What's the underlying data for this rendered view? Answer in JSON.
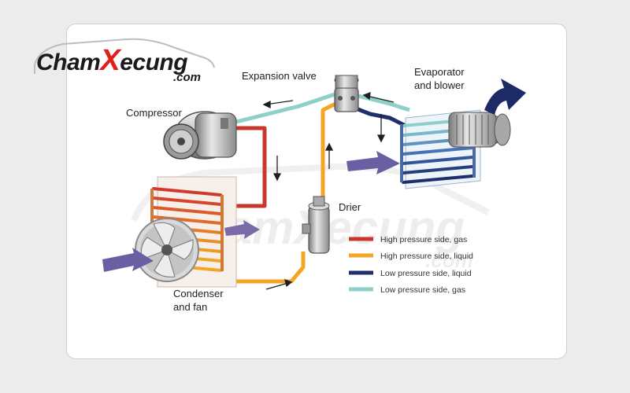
{
  "watermark": {
    "brand_left": "hamXecung",
    "brand_right": ".com",
    "brand_x": "X",
    "brand_c": "C",
    "brand_rest": "hamXecung",
    "domain": ".com"
  },
  "labels": {
    "expansion_valve": "Expansion valve",
    "evaporator_line1": "Evaporator",
    "evaporator_line2": "and blower",
    "compressor": "Compressor",
    "drier": "Drier",
    "condenser_line1": "Condenser",
    "condenser_line2": "and fan"
  },
  "legend": [
    {
      "label": "High pressure side, gas",
      "color": "#c8372e"
    },
    {
      "label": "High pressure side, liquid",
      "color": "#f2a623"
    },
    {
      "label": "Low pressure side, liquid",
      "color": "#1f2f6b"
    },
    {
      "label": "Low pressure side, gas",
      "color": "#8fcfc9"
    }
  ],
  "colors": {
    "airflow_arrow": "#6a5fa3",
    "outlet_arrow": "#1c2a66"
  }
}
